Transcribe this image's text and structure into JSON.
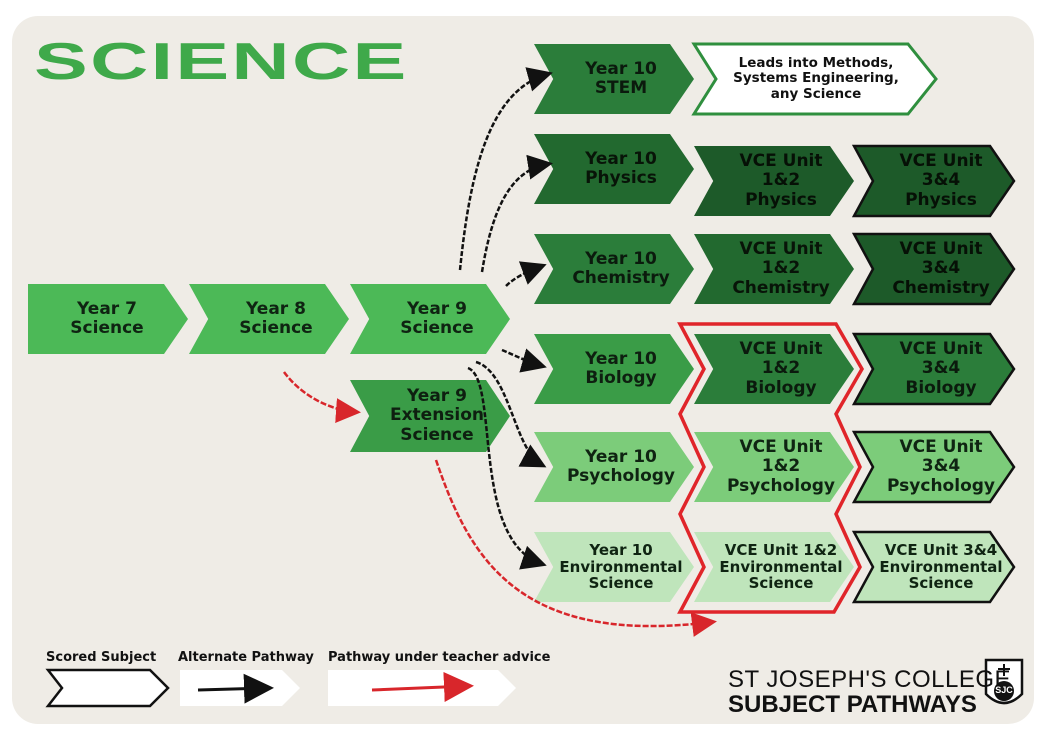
{
  "title": "SCIENCE",
  "colors": {
    "background": "#efece6",
    "title": "#3fa94a",
    "red_outline": "#e0252a"
  },
  "nodes": {
    "y7": {
      "line1": "Year 7",
      "line2": "Science"
    },
    "y8": {
      "line1": "Year 8",
      "line2": "Science"
    },
    "y9": {
      "line1": "Year 9",
      "line2": "Science"
    },
    "y9ext": {
      "line1": "Year 9",
      "line2": "Extension",
      "line3": "Science"
    },
    "y10_stem": {
      "line1": "Year 10",
      "line2": "STEM"
    },
    "stem_leads": {
      "line1": "Leads into Methods,",
      "line2": "Systems Engineering,",
      "line3": "any Science"
    },
    "y10_physics": {
      "line1": "Year 10",
      "line2": "Physics"
    },
    "vce12_physics": {
      "line1": "VCE Unit 1&2",
      "line2": "Physics"
    },
    "vce34_physics": {
      "line1": "VCE Unit 3&4",
      "line2": "Physics"
    },
    "y10_chem": {
      "line1": "Year 10",
      "line2": "Chemistry"
    },
    "vce12_chem": {
      "line1": "VCE Unit 1&2",
      "line2": "Chemistry"
    },
    "vce34_chem": {
      "line1": "VCE Unit 3&4",
      "line2": "Chemistry"
    },
    "y10_bio": {
      "line1": "Year 10",
      "line2": "Biology"
    },
    "vce12_bio": {
      "line1": "VCE Unit 1&2",
      "line2": "Biology"
    },
    "vce34_bio": {
      "line1": "VCE Unit 3&4",
      "line2": "Biology"
    },
    "y10_psych": {
      "line1": "Year 10",
      "line2": "Psychology"
    },
    "vce12_psych": {
      "line1": "VCE Unit 1&2",
      "line2": "Psychology"
    },
    "vce34_psych": {
      "line1": "VCE Unit 3&4",
      "line2": "Psychology"
    },
    "y10_env": {
      "line1": "Year 10",
      "line2": "Environmental",
      "line3": "Science"
    },
    "vce12_env": {
      "line1": "VCE Unit 1&2",
      "line2": "Environmental",
      "line3": "Science"
    },
    "vce34_env": {
      "line1": "VCE Unit 3&4",
      "line2": "Environmental",
      "line3": "Science"
    }
  },
  "legend": {
    "scored": "Scored Subject",
    "alternate": "Alternate Pathway",
    "teacher": "Pathway under teacher advice"
  },
  "college": {
    "line1": "ST JOSEPH'S COLLEGE",
    "line2": "SUBJECT PATHWAYS",
    "logo_text": "SJC"
  }
}
